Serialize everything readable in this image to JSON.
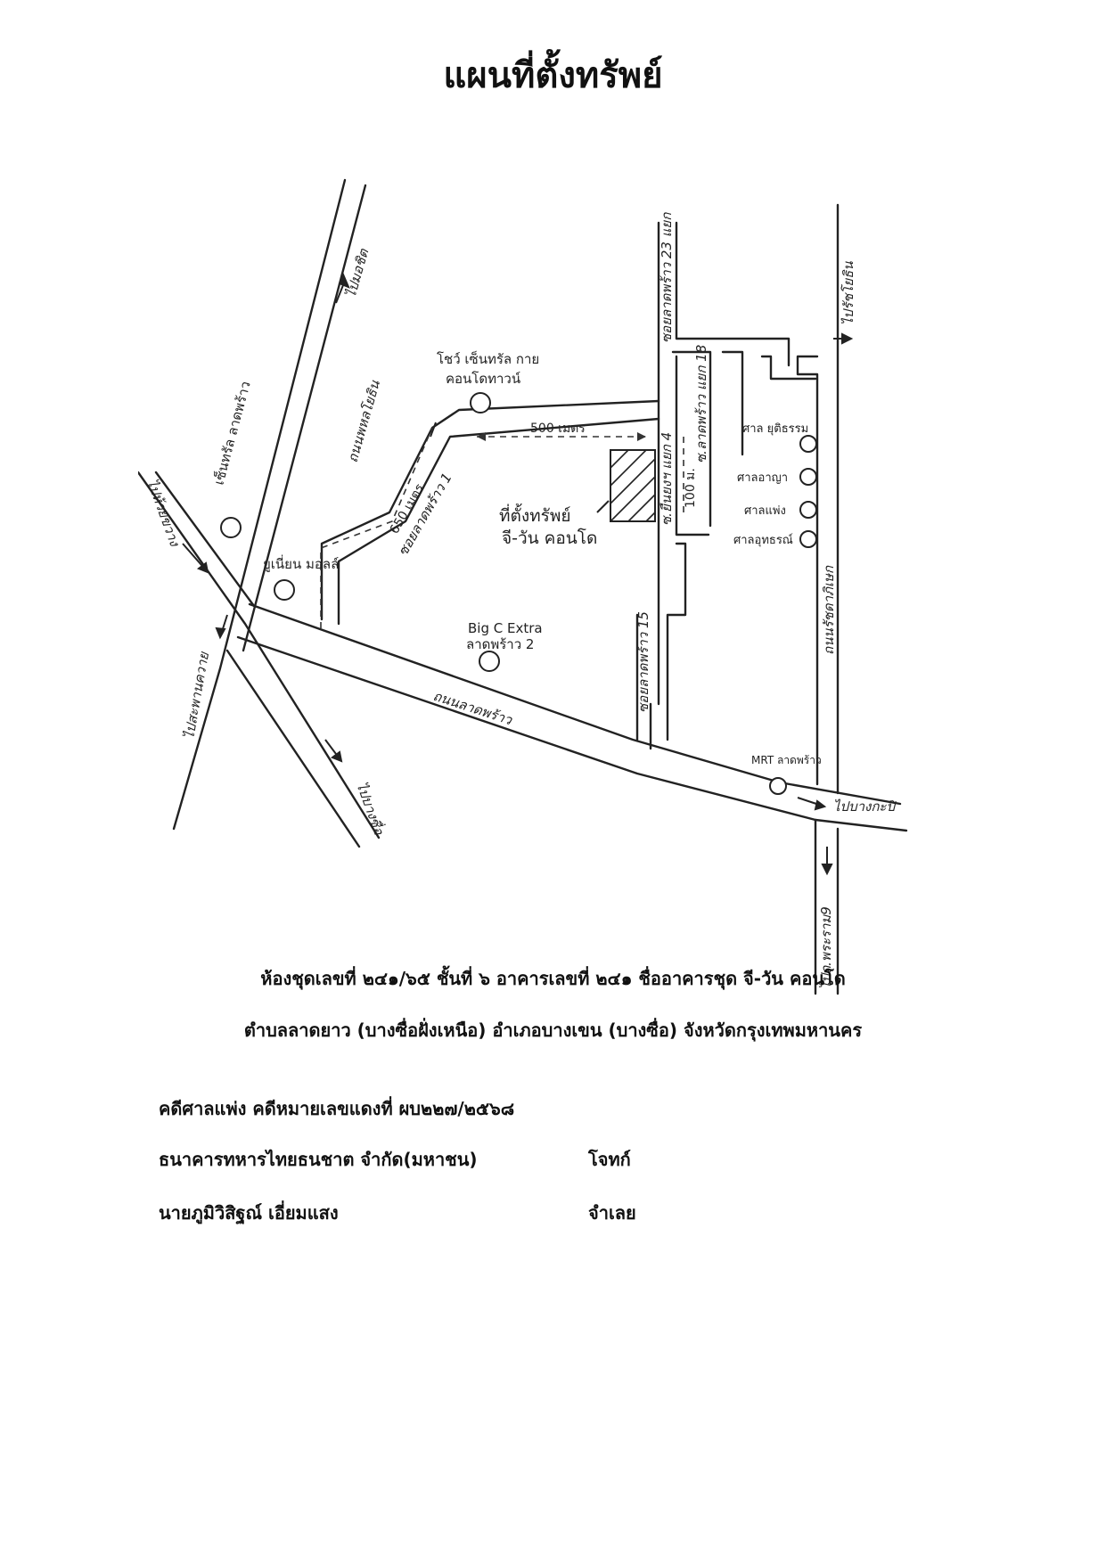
{
  "title": "แผนที่ตั้งทรัพย์",
  "map": {
    "road_labels": {
      "phahon": "ถนนพหลโยธิน",
      "phahon_north": "ไปสะพานควาย",
      "ladprao_road": "ถนนลาดพร้าว",
      "ladprao_soi1": "ซอยลาดพร้าว 1",
      "ladprao_soi15": "ซอยลาดพร้าว 15",
      "ladprao_soi23": "ซอยลาดพร้าว 23 แยก",
      "ratchada": "ถนนรัชดาภิเษก",
      "soi_inner": "ซ.ลาดพร้าว แยก 18",
      "soi_inner2": "ซ.ยืนยงฯ แยก 4"
    },
    "directions": {
      "to_saphankhwai": "ไปสะพานควาย",
      "to_north": "ไปมอชิต",
      "to_bangsue": "ไปบางซื่อ",
      "to_bangkapi": "ไปบางกะปิ",
      "to_huaikhwang": "ไปห้วยขวาง",
      "to_ratchayothin": "ไปรัชโยธิน",
      "to_phrarama9": "ไปถ.พระราม9"
    },
    "landmarks": {
      "central": "เซ็นทรัล ลาดพร้าว",
      "union": "ยูเนี่ยน มอลล์",
      "shop_and_buy": "โชว์ เซ็นทรัล กาย",
      "condo_town": "คอนโดทาวน์",
      "bigc_1": "Big C Extra",
      "bigc_2": "ลาดพร้าว 2",
      "mrt": "MRT ลาดพร้าว",
      "shrine_1": "ศาล ยุติธรรม",
      "shrine_2": "ศาลอาญา",
      "shrine_3": "ศาลแพ่ง",
      "shrine_4": "ศาลอุทธรณ์"
    },
    "distances": {
      "d500": "500 เมตร",
      "d650": "650 เมตร",
      "d100": "100 ม."
    },
    "property_label_1": "ที่ตั้งทรัพย์",
    "property_label_2": "จี-วัน คอนโด"
  },
  "caption": {
    "line1": "ห้องชุดเลขที่ ๒๔๑/๖๕ ชั้นที่ ๖ อาคารเลขที่ ๒๔๑ ชื่ออาคารชุด จี-วัน คอนโด",
    "line2": "ตำบลลาดยาว (บางซื่อฝั่งเหนือ)  อำเภอบางเขน (บางซื่อ) จังหวัดกรุงเทพมหานคร"
  },
  "case": {
    "case_line": "คดีศาลแพ่ง คดีหมายเลขแดงที่  ผบ๒๒๗/๒๕๖๘",
    "plaintiff": "ธนาคารทหารไทยธนชาต จำกัด(มหาชน)",
    "plaintiff_role": "โจทก์",
    "defendant": "นายภูมิวิสิฐณ์ เอี่ยมแสง",
    "defendant_role": "จำเลย"
  }
}
